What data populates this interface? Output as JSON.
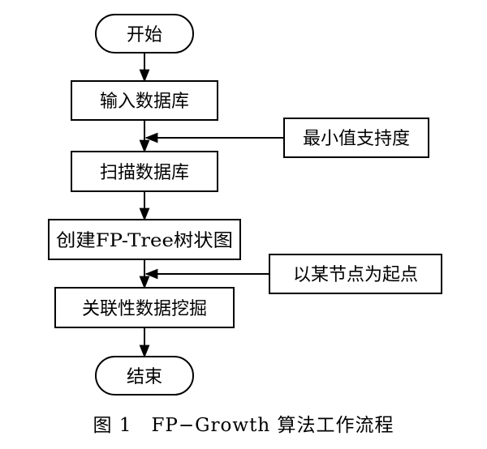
{
  "diagram": {
    "nodes": {
      "start": "开始",
      "input_db": "输入数据库",
      "min_support": "最小值支持度",
      "scan_db": "扫描数据库",
      "build_tree": "创建FP-Tree树状图",
      "start_node": "以某节点为起点",
      "mine": "关联性数据挖掘",
      "end": "结束"
    }
  },
  "caption": "图 1　FP−Growth 算法工作流程"
}
